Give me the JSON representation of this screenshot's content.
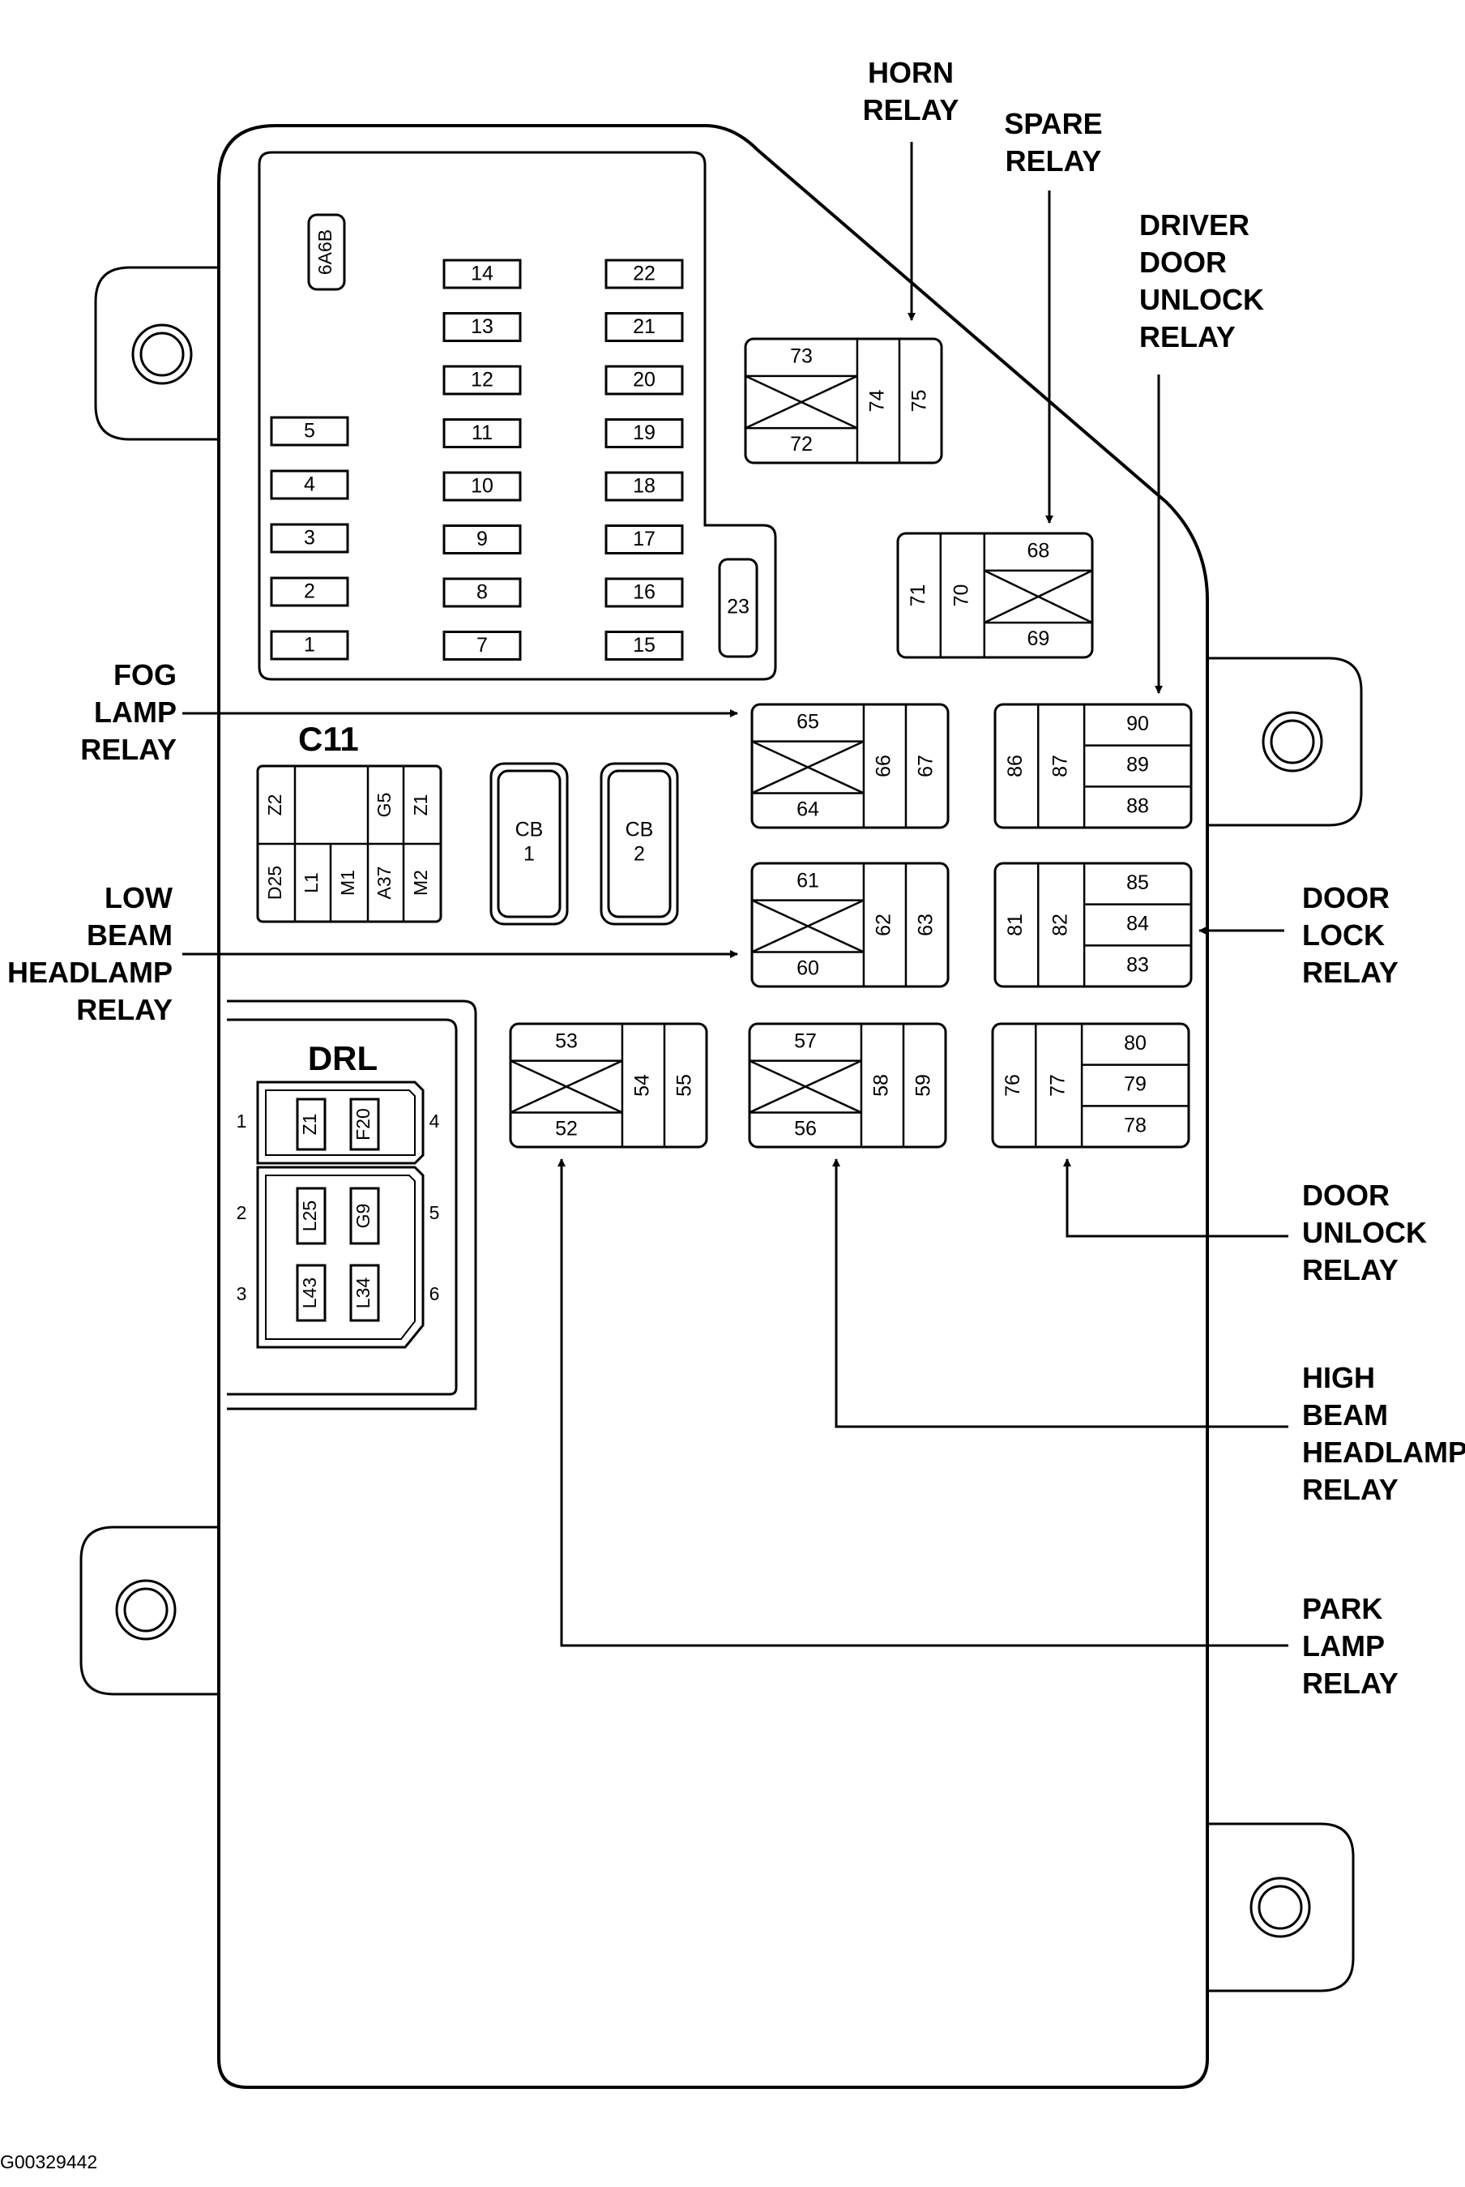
{
  "diagram_code": "G00329442",
  "part_label": "6A6B",
  "connector_label": "C11",
  "drl_title": "DRL",
  "fuses": {
    "col_a": [
      "5",
      "4",
      "3",
      "2",
      "1"
    ],
    "col_b": [
      "14",
      "13",
      "12",
      "11",
      "10",
      "9",
      "8",
      "7"
    ],
    "col_c": [
      "22",
      "21",
      "20",
      "19",
      "18",
      "17",
      "16",
      "15"
    ],
    "single": "23"
  },
  "c11_pins": {
    "top": [
      "Z2",
      "G5",
      "Z1"
    ],
    "bottom": [
      "D25",
      "L1",
      "M1",
      "A37",
      "M2"
    ]
  },
  "circuit_breakers": [
    {
      "label": "CB",
      "num": "1"
    },
    {
      "label": "CB",
      "num": "2"
    }
  ],
  "drl": {
    "pin_left": [
      "1",
      "2",
      "3"
    ],
    "pin_right": [
      "4",
      "5",
      "6"
    ],
    "top_slots": [
      "Z1",
      "F20"
    ],
    "bottom_slots": [
      "L25",
      "G9",
      "L43",
      "L34"
    ]
  },
  "relays": {
    "horn": [
      "73",
      "72",
      "74",
      "75"
    ],
    "spare": [
      "71",
      "70",
      "68",
      "69"
    ],
    "fog_lamp": [
      "65",
      "64",
      "66",
      "67"
    ],
    "driver_door_unlock": [
      "86",
      "87",
      "90",
      "89",
      "88"
    ],
    "low_beam": [
      "61",
      "60",
      "62",
      "63"
    ],
    "door_lock": [
      "81",
      "82",
      "85",
      "84",
      "83"
    ],
    "park_lamp": [
      "53",
      "52",
      "54",
      "55"
    ],
    "high_beam": [
      "57",
      "56",
      "58",
      "59"
    ],
    "door_unlock": [
      "76",
      "77",
      "80",
      "79",
      "78"
    ]
  },
  "callouts": {
    "horn_relay": [
      "HORN",
      "RELAY"
    ],
    "spare_relay": [
      "SPARE",
      "RELAY"
    ],
    "driver_door_unlock_relay": [
      "DRIVER",
      "DOOR",
      "UNLOCK",
      "RELAY"
    ],
    "fog_lamp_relay": [
      "FOG",
      "LAMP",
      "RELAY"
    ],
    "low_beam_headlamp_relay": [
      "LOW",
      "BEAM",
      "HEADLAMP",
      "RELAY"
    ],
    "door_lock_relay": [
      "DOOR",
      "LOCK",
      "RELAY"
    ],
    "door_unlock_relay": [
      "DOOR",
      "UNLOCK",
      "RELAY"
    ],
    "high_beam_headlamp_relay": [
      "HIGH",
      "BEAM",
      "HEADLAMP",
      "RELAY"
    ],
    "park_lamp_relay": [
      "PARK",
      "LAMP",
      "RELAY"
    ]
  }
}
